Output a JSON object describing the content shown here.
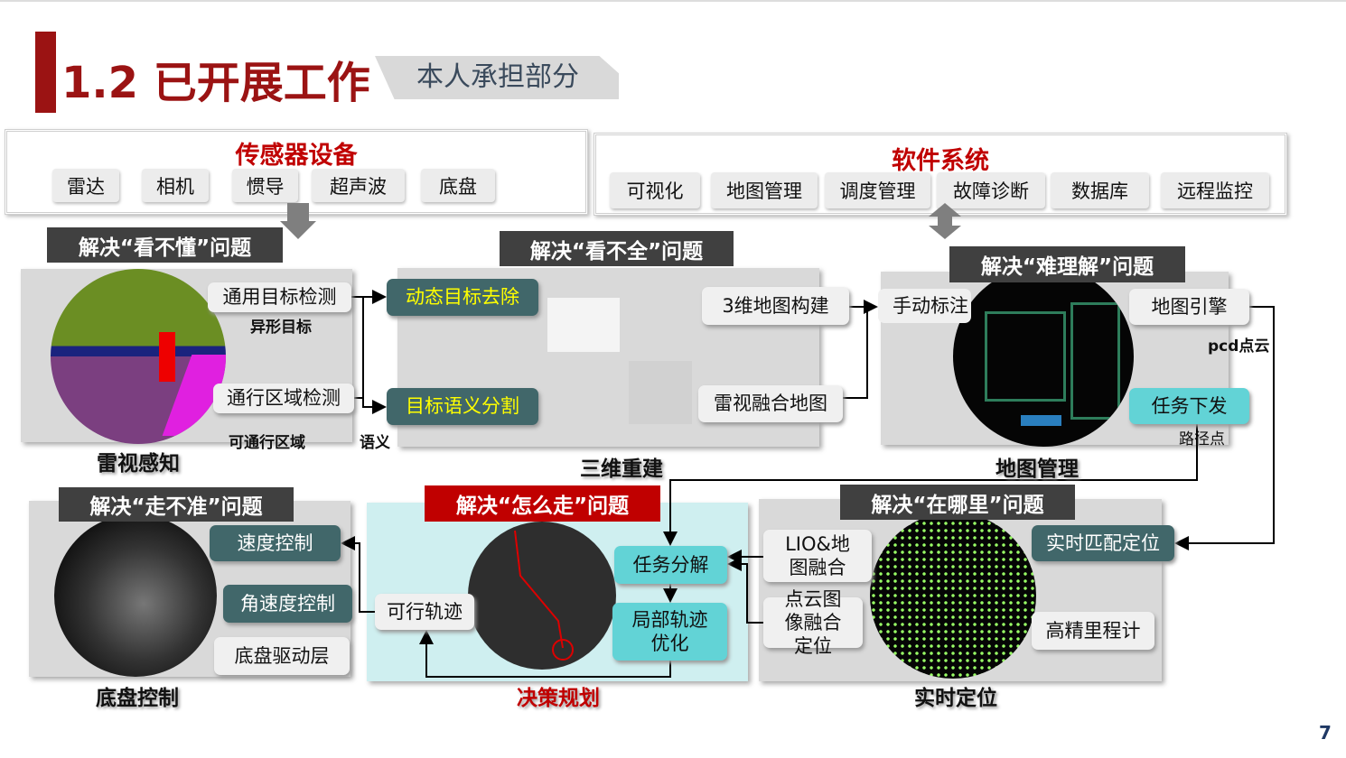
{
  "header": {
    "title": "1.2 已开展工作",
    "subtitle": "本人承担部分"
  },
  "sensors": {
    "title": "传感器设备",
    "items": [
      "雷达",
      "相机",
      "惯导",
      "超声波",
      "底盘"
    ]
  },
  "software": {
    "title": "软件系统",
    "items": [
      "可视化",
      "地图管理",
      "调度管理",
      "故障诊断",
      "数据库",
      "远程监控"
    ]
  },
  "banners": {
    "perceive": "解决“看不懂”问题",
    "reconstruct": "解决“看不全”问题",
    "map": "解决“难理解”问题",
    "chassis": "解决“走不准”问题",
    "plan": "解决“怎么走”问题",
    "locate": "解决“在哪里”问题"
  },
  "perception": {
    "caption": "雷视感知",
    "box1": "通用目标检测",
    "label1": "异形目标",
    "box2": "通行区域检测",
    "label2": "可通行区域",
    "semantic": "语义"
  },
  "reconstruction": {
    "caption": "三维重建",
    "box1": "动态目标去除",
    "box2": "目标语义分割",
    "box3": "3维地图构建",
    "box4": "雷视融合地图"
  },
  "mapping": {
    "caption": "地图管理",
    "box1": "手动标注",
    "box2": "地图引擎",
    "label1": "pcd点云",
    "box3": "任务下发",
    "label2": "路径点"
  },
  "chassis": {
    "caption": "底盘控制",
    "box1": "速度控制",
    "box2": "角速度控制",
    "box3": "底盘驱动层"
  },
  "planning": {
    "caption": "决策规划",
    "box1": "可行轨迹",
    "box2": "任务分解",
    "box3": "局部轨迹优化"
  },
  "localization": {
    "caption": "实时定位",
    "box1": "LIO&地图融合",
    "box2": "点云图像融合定位",
    "box3": "实时匹配定位",
    "box4": "高精里程计"
  },
  "page_number": "7",
  "colors": {
    "brand_red": "#9b1313",
    "teal": "#41676a",
    "cyan": "#62d3d6",
    "banner": "#404040"
  }
}
